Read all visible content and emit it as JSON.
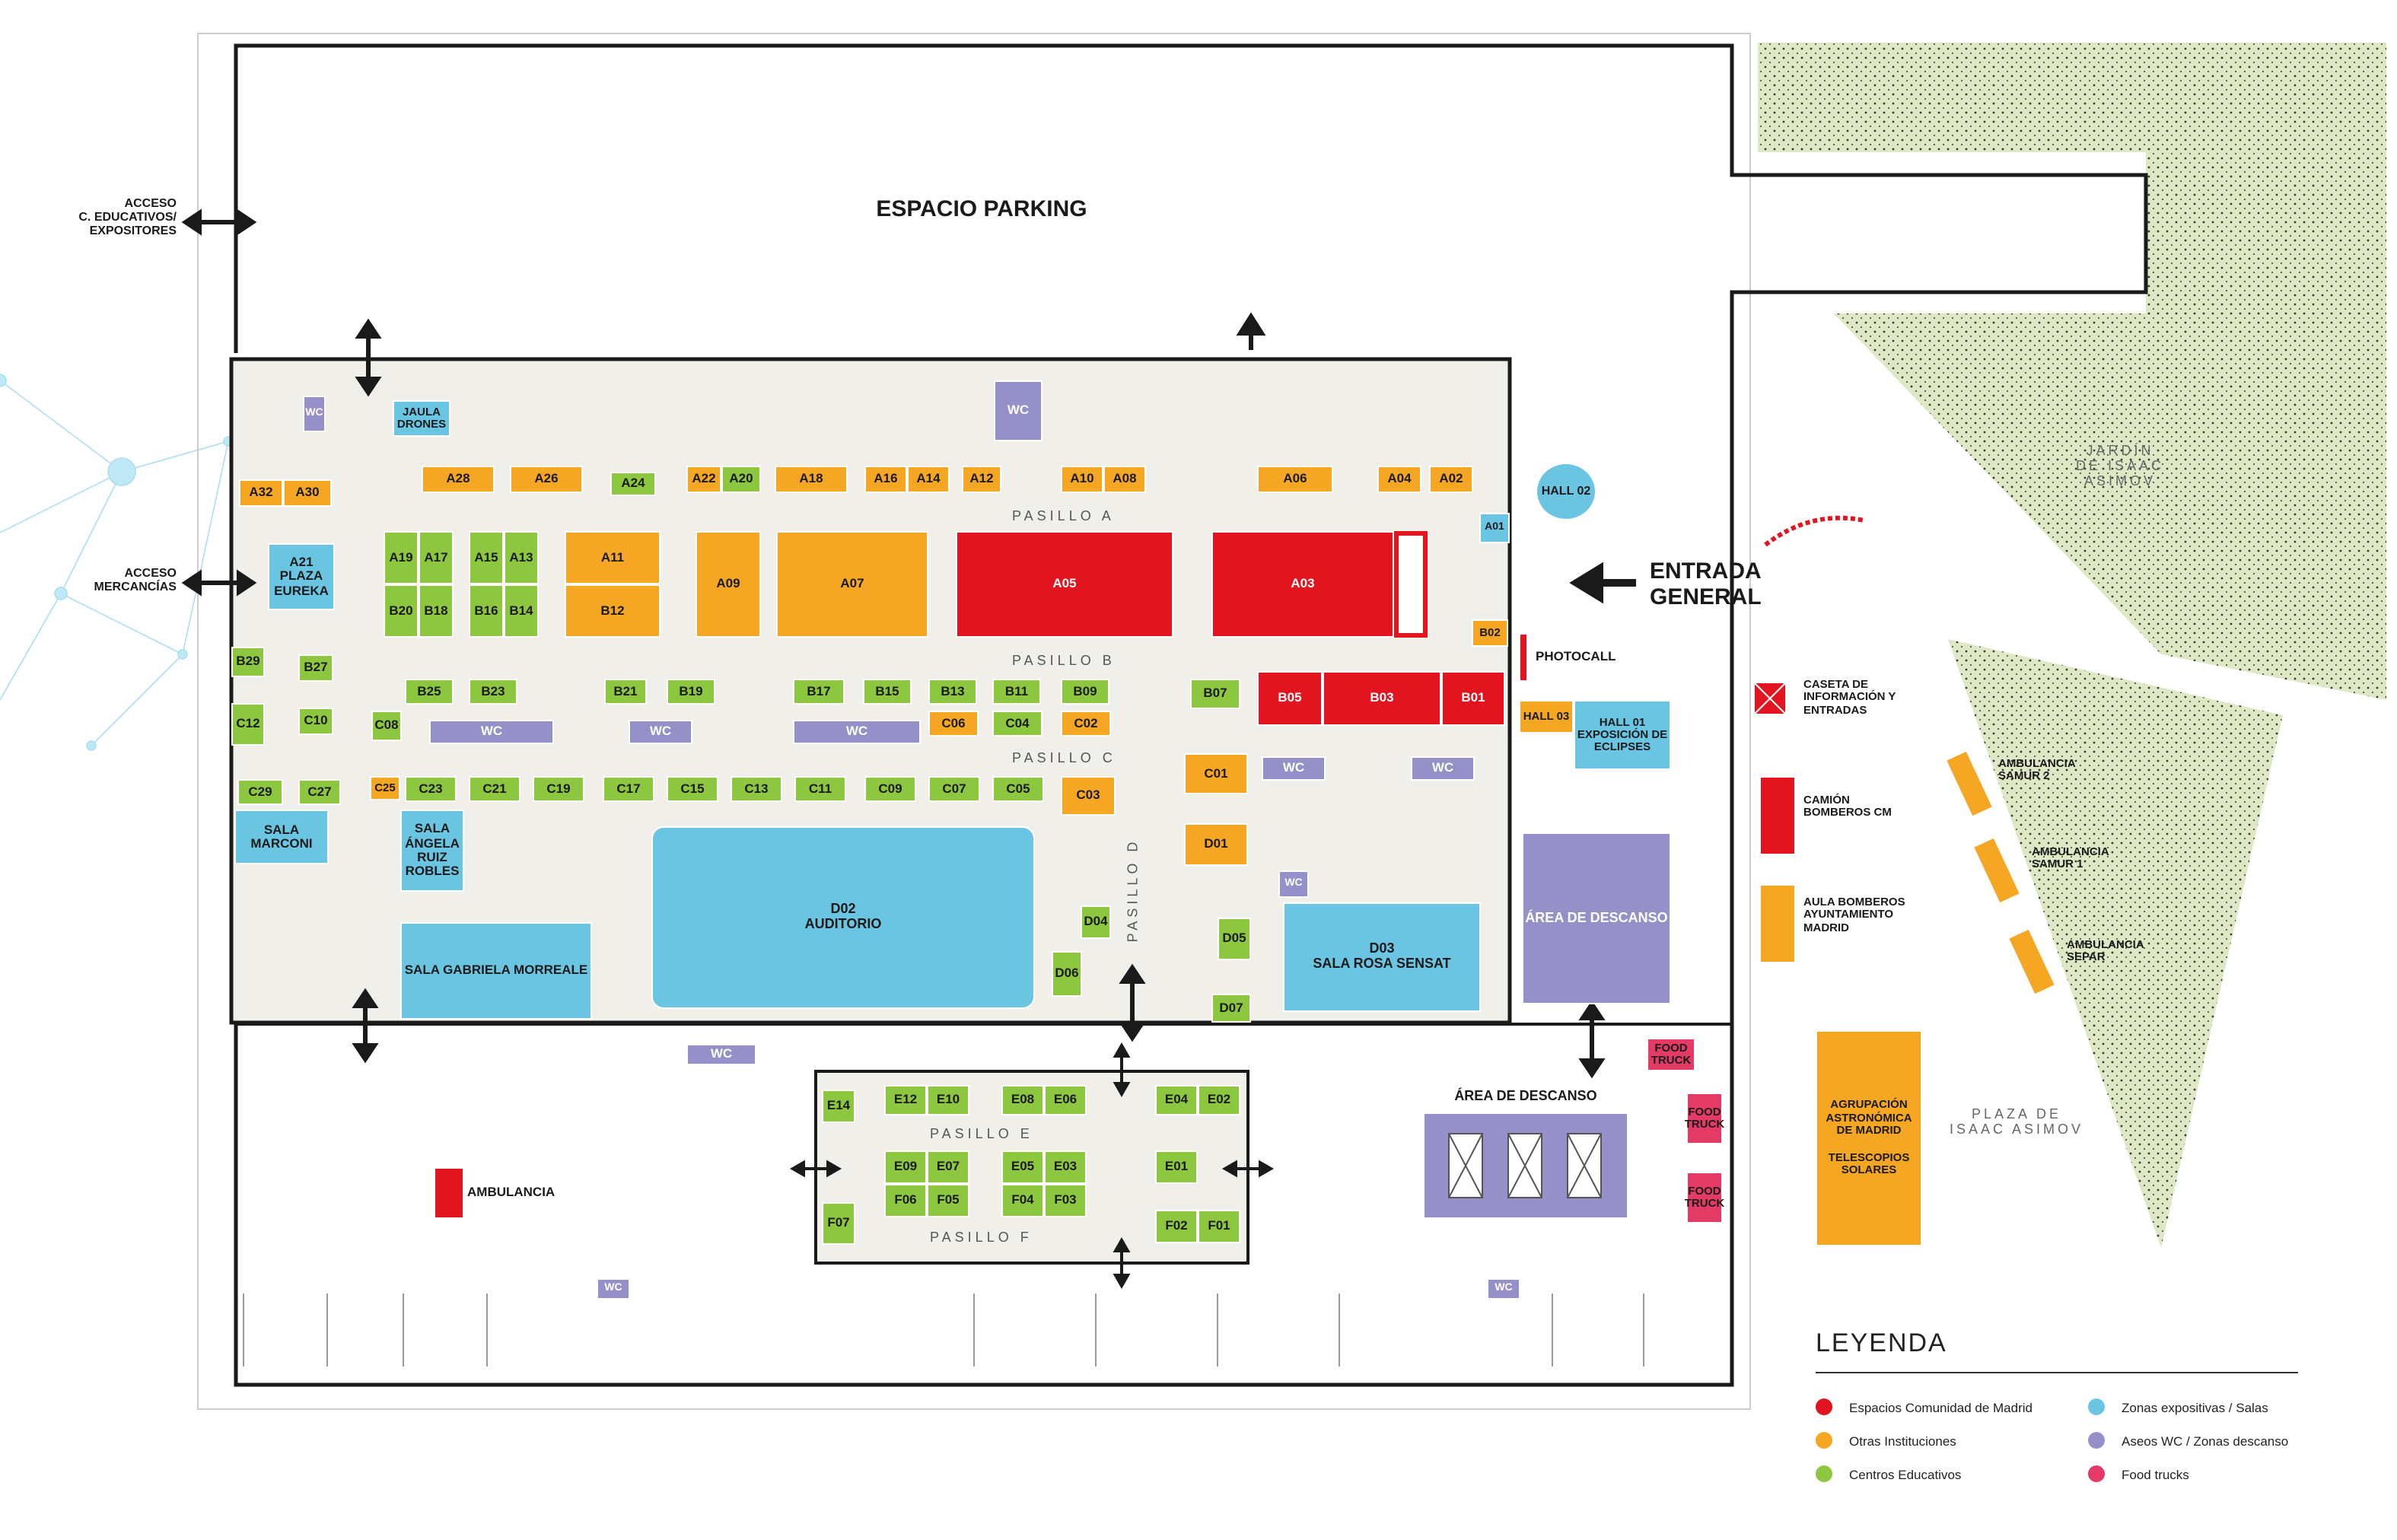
{
  "zones": {
    "parking": "ESPACIO PARKING",
    "acceso_educativos": [
      "ACCESO",
      "C. EDUCATIVOS/",
      "EXPOSITORES"
    ],
    "acceso_mercancias": [
      "ACCESO",
      "MERCANCÍAS"
    ],
    "entrada_general": [
      "ENTRADA",
      "GENERAL"
    ],
    "jardin": "JARDÍN DE ISAAC ASIMOV",
    "plaza": "PLAZA DE ISAAC ASIMOV",
    "area_descanso_lower": "ÁREA DE DESCANSO",
    "photocall": "PHOTOCALL",
    "ambulancia": "AMBULANCIA",
    "jaula_drones": "JAULA DRONES"
  },
  "aisles": {
    "a": "PASILLO A",
    "b": "PASILLO B",
    "c": "PASILLO C",
    "d": "PASILLO D",
    "e": "PASILLO E",
    "f": "PASILLO F"
  },
  "stands": {
    "a32": "A32",
    "a30": "A30",
    "a28": "A28",
    "a26": "A26",
    "a24": "A24",
    "a22": "A22",
    "a20": "A20",
    "a18": "A18",
    "a16": "A16",
    "a14": "A14",
    "a12": "A12",
    "a10": "A10",
    "a08": "A08",
    "a06": "A06",
    "a04": "A04",
    "a02": "A02",
    "a01": "A01",
    "a19": "A19",
    "a17": "A17",
    "a15": "A15",
    "a13": "A13",
    "a11": "A11",
    "a09": "A09",
    "a07": "A07",
    "a05": "A05",
    "a03": "A03",
    "a21": "A21",
    "plaza_eureka": "PLAZA EUREKA",
    "b20": "B20",
    "b18": "B18",
    "b16": "B16",
    "b14": "B14",
    "b12": "B12",
    "b29": "B29",
    "b27": "B27",
    "b25": "B25",
    "b23": "B23",
    "b21": "B21",
    "b19": "B19",
    "b17": "B17",
    "b15": "B15",
    "b13": "B13",
    "b11": "B11",
    "b09": "B09",
    "b07": "B07",
    "b05": "B05",
    "b03": "B03",
    "b01": "B01",
    "b02": "B02",
    "c12": "C12",
    "c10": "C10",
    "c08": "C08",
    "c06": "C06",
    "c04": "C04",
    "c02": "C02",
    "c29": "C29",
    "c27": "C27",
    "c25": "C25",
    "c23": "C23",
    "c21": "C21",
    "c19": "C19",
    "c17": "C17",
    "c15": "C15",
    "c13": "C13",
    "c11": "C11",
    "c09": "C09",
    "c07": "C07",
    "c05": "C05",
    "c03": "C03",
    "c01": "C01",
    "d01": "D01",
    "d04": "D04",
    "d05": "D05",
    "d06": "D06",
    "d07": "D07",
    "d02": "D02",
    "auditorio": "AUDITORIO",
    "d03": "D03",
    "sala_rosa": "SALA ROSA SENSAT",
    "sala_marconi": "SALA MARCONI",
    "sala_angela": "SALA ÁNGELA RUIZ ROBLES",
    "sala_gabriela": "SALA GABRIELA MORREALE",
    "hall01": "HALL 01 EXPOSICIÓN DE ECLIPSES",
    "hall02": "HALL 02",
    "hall03": "HALL 03",
    "area_descanso": "ÁREA DE DESCANSO",
    "e14": "E14",
    "e12": "E12",
    "e10": "E10",
    "e08": "E08",
    "e06": "E06",
    "e04": "E04",
    "e02": "E02",
    "e09": "E09",
    "e07": "E07",
    "e05": "E05",
    "e03": "E03",
    "e01": "E01",
    "f06": "F06",
    "f05": "F05",
    "f04": "F04",
    "f03": "F03",
    "f07": "F07",
    "f02": "F02",
    "f01": "F01",
    "wc": "WC",
    "food_truck": "FOOD TRUCK"
  },
  "side_info": {
    "caseta": "CASETA DE INFORMACIÓN Y ENTRADAS",
    "camion": "CAMIÓN BOMBEROS CM",
    "aula": "AULA BOMBEROS AYUNTAMIENTO MADRID",
    "agrupacion": "AGRUPACIÓN ASTRONÓMICA DE MADRID",
    "telescopios": "TELESCOPIOS SOLARES",
    "ambulancia_samur2": "AMBULANCIA SAMUR 2",
    "ambulancia_samur1": "AMBULANCIA SAMUR 1",
    "ambulancia_separ": "AMBULANCIA SEPAR"
  },
  "legend": {
    "title": "LEYENDA",
    "items": [
      {
        "label": "Espacios Comunidad de Madrid",
        "color": "#e1141f"
      },
      {
        "label": "Otras Instituciones",
        "color": "#f5a623"
      },
      {
        "label": "Centros Educativos",
        "color": "#8dc63f"
      },
      {
        "label": "Zonas expositivas / Salas",
        "color": "#6ac5e3"
      },
      {
        "label": "Aseos WC / Zonas descanso",
        "color": "#9690c8"
      },
      {
        "label": "Food trucks",
        "color": "#e33b66"
      }
    ]
  },
  "colors": {
    "comunidad": "#e1141f",
    "instituciones": "#f5a623",
    "educativos": "#8dc63f",
    "salas": "#6ac5e3",
    "aseos": "#9690c8",
    "food": "#e33b66",
    "garden": "#dfe8c4",
    "floor": "#f1efea"
  }
}
